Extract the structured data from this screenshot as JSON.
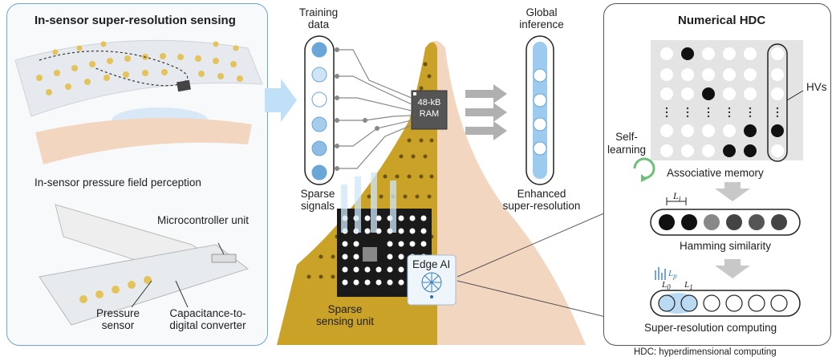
{
  "left_panel": {
    "title": "In-sensor super-resolution sensing",
    "caption_top": "In-sensor pressure field perception",
    "mcu_label": "Microcontroller unit",
    "pressure_label_1": "Pressure",
    "pressure_label_2": "sensor",
    "cdc_label_1": "Capacitance-to-",
    "cdc_label_2": "digital converter"
  },
  "center": {
    "training_1": "Training",
    "training_2": "data",
    "sparse_signals_1": "Sparse",
    "sparse_signals_2": "signals",
    "ram_1": "48-kB",
    "ram_2": "RAM",
    "global_1": "Global",
    "global_2": "inference",
    "enhanced_1": "Enhanced",
    "enhanced_2": "super-resolution",
    "edge_ai": "Edge AI",
    "sparse_unit_1": "Sparse",
    "sparse_unit_2": "sensing unit"
  },
  "right_panel": {
    "title": "Numerical HDC",
    "hvs": "HVs",
    "self_1": "Self-",
    "self_2": "learning",
    "assoc": "Associative memory",
    "li": "L",
    "li_sub": "i",
    "hamming": "Hamming similarity",
    "l0": "L",
    "l0_sub": "0",
    "l1": "L",
    "l1_sub": "1",
    "lp": "L",
    "lp_sub": "p",
    "superres": "Super-resolution computing",
    "footer": "HDC: hyperdimensional computing"
  },
  "colors": {
    "accent_blue": "#6aa6d8",
    "pcb_gold": "#c9a227",
    "skin": "#f3d6c0"
  }
}
